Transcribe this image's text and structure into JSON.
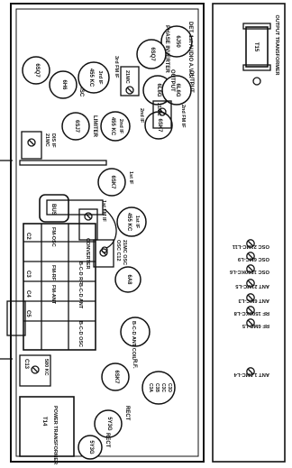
{
  "chassis_tubes": [
    {
      "id": "det-avc",
      "labels": [
        "DET.",
        "1st AUDIO",
        "A.V.C."
      ],
      "type": "6J50"
    },
    {
      "id": "phase-inverter",
      "labels": [
        "PHASE",
        "INVERTER"
      ],
      "type": "6SQ7"
    },
    {
      "id": "output-1",
      "labels": [
        "OUTPUT"
      ],
      "type": "6L6G"
    },
    {
      "id": "output-2",
      "labels": [
        "OUTPUT"
      ],
      "type": "6L6G"
    },
    {
      "id": "disc",
      "labels": [
        "DISC"
      ],
      "type": "6H6"
    },
    {
      "id": "if-3fm",
      "labels": [
        "3rd FM IF"
      ],
      "type": "455 KC",
      "note": "3rd IF"
    },
    {
      "id": "if-2nd-a",
      "labels": [
        "2nd IF"
      ],
      "type": "6SK7"
    },
    {
      "id": "limiter",
      "labels": [
        "LIMITER"
      ],
      "type": "6SJ7"
    },
    {
      "id": "if-2nd-b",
      "labels": [
        "2nd IF"
      ],
      "type": "455 KC",
      "note": "2nd IF"
    },
    {
      "id": "if-1st",
      "labels": [
        "1st IF"
      ],
      "type": "6SK7"
    },
    {
      "id": "if-1st-can",
      "labels": [
        "1st IF"
      ],
      "type": "455 KC",
      "note": "1st IF"
    },
    {
      "id": "converter",
      "labels": [
        "CONVERTER"
      ],
      "type": "6A8"
    },
    {
      "id": "rf",
      "labels": [
        "R.F."
      ],
      "type": "6SK7"
    },
    {
      "id": "rect-1",
      "labels": [
        "RECT"
      ],
      "type": "5Y3G"
    },
    {
      "id": "rect-2",
      "labels": [
        "RECT"
      ],
      "type": "5Y3G"
    }
  ],
  "text": {
    "disc_if": "DIS IF",
    "if_21mc_a": "21MC",
    "if_21mc_b": "21MC",
    "if_21mc_c": "21MC",
    "fm_if_2nd": "2nd FM IF",
    "fm_if_3rd": "3rd FM IF",
    "fm_if_1st": "1st FM IF",
    "osc_fm_if": "FM-OSC",
    "fm_rf": "FM-RF",
    "fm_ant": "FM-ANT",
    "bcd_ant": "B-C-D ANT",
    "bcd_rf": "B-C-D RF",
    "bcd_osc": "B-C-D OSC",
    "bcd_ant_coil": "B-C-D ANT COIL",
    "osc_c12": "OSC C12",
    "fm_osc": "21MC OSC",
    "c2": "C2",
    "c3": "C3",
    "c4": "C4",
    "c5": "C5",
    "c13": "C13",
    "c13_value": "580 KC",
    "bus": "BUS",
    "power_transformer_tag": "T14",
    "power_transformer": "POWER TRANSFORMER",
    "output_transformer_tag": "T15",
    "output_transformer": "OUTPUT TRANSFORMER",
    "cap_labels": [
      "C3A",
      "C3B",
      "C3C",
      "C3D"
    ]
  },
  "side_panel": {
    "adjustments": [
      {
        "label": "OSC 21MC-L11"
      },
      {
        "label": "OSC 6MC-L9"
      },
      {
        "label": "OSC 1500KC-L6"
      },
      {
        "label": "ANT 21MC-L5"
      },
      {
        "label": "ANT 6MC-L3"
      },
      {
        "label": "RF 1500KC-L8"
      },
      {
        "label": "RF 6MC-L5"
      },
      {
        "label": "ANT 1.5MC-L4"
      }
    ]
  }
}
